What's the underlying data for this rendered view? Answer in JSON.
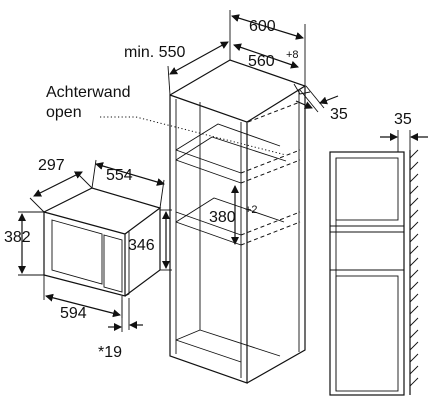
{
  "labels": {
    "achterwand": "Achterwand",
    "open": "open"
  },
  "dimensions": {
    "d600": "600",
    "min550": "min. 550",
    "d560": "560",
    "d560_sup": "+8",
    "d35_cabinet": "35",
    "d35_side": "35",
    "d297": "297",
    "d554": "554",
    "d382": "382",
    "d346": "346",
    "d380": "380",
    "d380_sup": "+2",
    "d594": "594",
    "d19": "*19"
  }
}
